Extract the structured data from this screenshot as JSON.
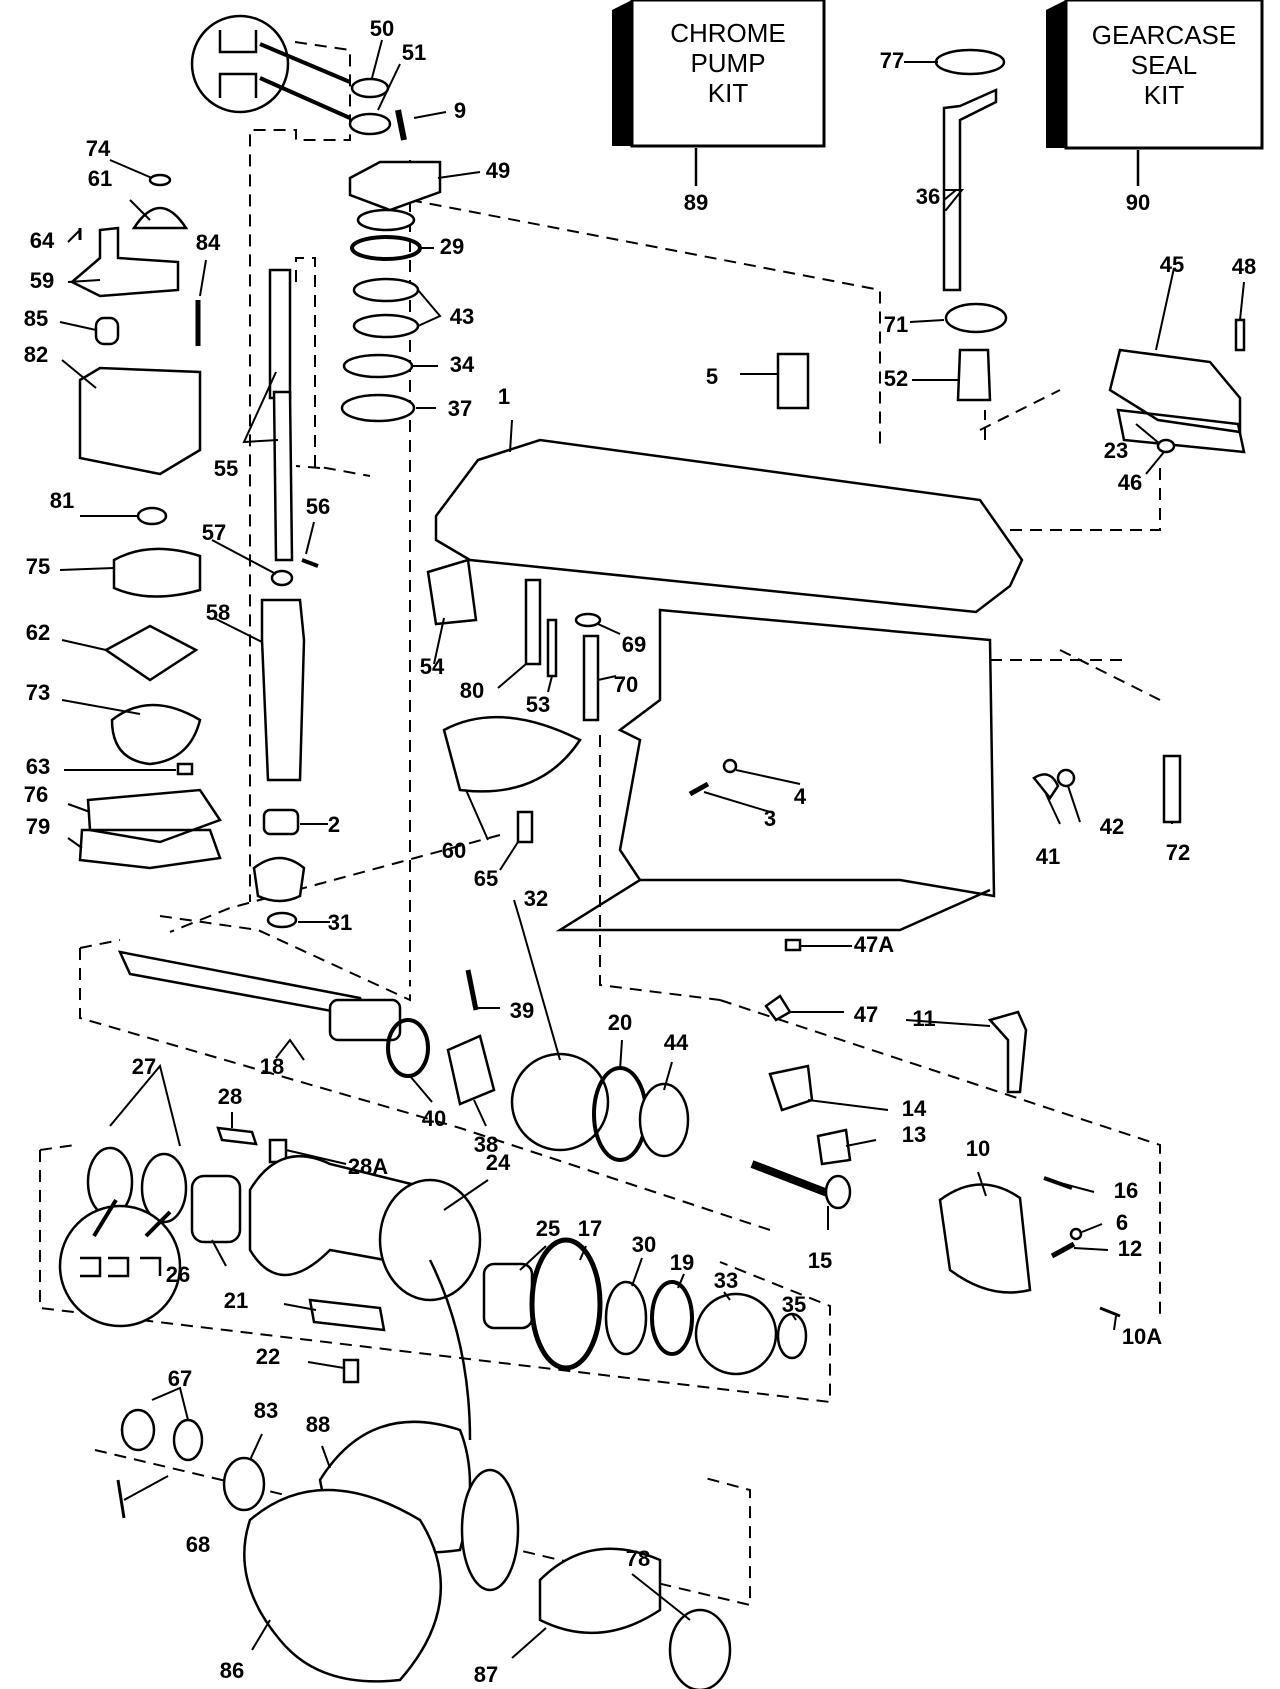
{
  "kits": [
    {
      "id": "89",
      "lines": [
        "CHROME",
        "PUMP",
        "KIT"
      ]
    },
    {
      "id": "90",
      "lines": [
        "GEARCASE",
        "SEAL",
        "KIT"
      ]
    }
  ],
  "part_labels": [
    "50",
    "51",
    "9",
    "74",
    "61",
    "64",
    "59",
    "84",
    "49",
    "29",
    "43",
    "34",
    "37",
    "85",
    "82",
    "55",
    "56",
    "57",
    "58",
    "81",
    "75",
    "62",
    "73",
    "63",
    "76",
    "79",
    "2",
    "31",
    "32",
    "1",
    "5",
    "54",
    "80",
    "53",
    "69",
    "70",
    "60",
    "65",
    "4",
    "3",
    "77",
    "36",
    "71",
    "52",
    "45",
    "48",
    "23",
    "46",
    "41",
    "42",
    "72",
    "18",
    "39",
    "40",
    "38",
    "20",
    "44",
    "47A",
    "47",
    "11",
    "14",
    "13",
    "10",
    "16",
    "6",
    "12",
    "10A",
    "15",
    "27",
    "28",
    "28A",
    "24",
    "25",
    "17",
    "30",
    "19",
    "33",
    "35",
    "26",
    "21",
    "22",
    "67",
    "83",
    "88",
    "68",
    "78",
    "86",
    "87"
  ]
}
